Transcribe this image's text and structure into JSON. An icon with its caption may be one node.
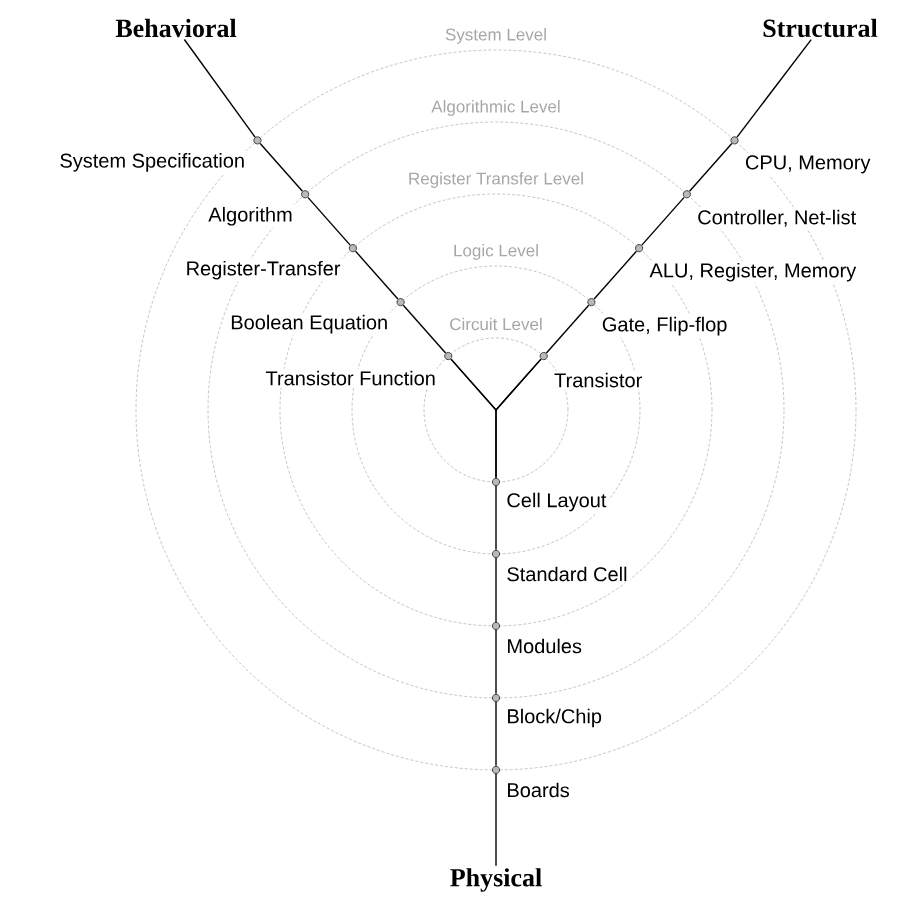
{
  "diagram": {
    "nodes": [
      {
        "text": [
          "Behavioral"
        ]
      },
      {
        "text": [
          "Structural"
        ]
      },
      {
        "text": [
          "System Specification"
        ]
      },
      {
        "text": [
          "Algorithm"
        ]
      },
      {
        "text": [
          "Register-Transfer"
        ]
      },
      {
        "text": [
          "Boolean Equation"
        ]
      },
      {
        "text": [
          "Transistor Function"
        ]
      },
      {
        "text": [
          "CPU, Memory"
        ]
      },
      {
        "text": [
          "Controller, Net-list"
        ]
      },
      {
        "text": [
          "ALU, Register, Memory"
        ]
      },
      {
        "text": [
          "Gate, Flip-flop"
        ]
      },
      {
        "text": [
          "Transistor"
        ]
      },
      {
        "text": [
          "Cell Layout"
        ]
      },
      {
        "text": [
          "Standard Cell"
        ]
      },
      {
        "text": [
          "Modules"
        ]
      },
      {
        "text": [
          "Block/Chip"
        ]
      },
      {
        "text": [
          "Boards"
        ]
      },
      {
        "text": [
          "Physical"
        ]
      }
    ],
    "edges": [
      {
        "from": 0,
        "to": 2,
        "arrow": "none"
      },
      {
        "from": 2,
        "to": 3,
        "arrow": "none"
      },
      {
        "from": 3,
        "to": 4,
        "arrow": "none"
      },
      {
        "from": 4,
        "to": 5,
        "arrow": "none"
      },
      {
        "from": 5,
        "to": 6,
        "arrow": "none"
      },
      {
        "from": 1,
        "to": 7,
        "arrow": "none"
      },
      {
        "from": 7,
        "to": 8,
        "arrow": "none"
      },
      {
        "from": 8,
        "to": 9,
        "arrow": "none"
      },
      {
        "from": 9,
        "to": 10,
        "arrow": "none"
      },
      {
        "from": 10,
        "to": 11,
        "arrow": "none"
      },
      {
        "from": 6,
        "to": 11,
        "arrow": "none"
      },
      {
        "from": 6,
        "to": 12,
        "arrow": "none"
      },
      {
        "from": 11,
        "to": 12,
        "arrow": "none"
      },
      {
        "from": 12,
        "to": 13,
        "arrow": "none"
      },
      {
        "from": 13,
        "to": 14,
        "arrow": "none"
      },
      {
        "from": 14,
        "to": 15,
        "arrow": "none"
      },
      {
        "from": 15,
        "to": 16,
        "arrow": "none"
      },
      {
        "from": 16,
        "to": 17,
        "arrow": "none"
      }
    ],
    "labels": [
      "System Level",
      "Algorithmic Level",
      "Register Transfer Level",
      "Logic Level",
      "Circuit Level"
    ]
  }
}
